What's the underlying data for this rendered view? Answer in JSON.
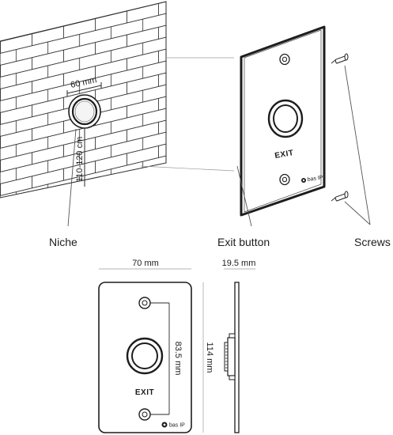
{
  "labels": {
    "niche": "Niche",
    "exit_button": "Exit button",
    "screws": "Screws"
  },
  "dimensions": {
    "niche_diameter": "60 mm",
    "mount_height": "110-120 cm",
    "width": "70 mm",
    "depth": "19.5 mm",
    "height": "114 mm",
    "screw_spacing": "83.5 mm"
  },
  "device": {
    "exit_label": "EXIT",
    "brand": "bas IP"
  },
  "colors": {
    "line": "#2a2a2a",
    "guide": "#9a9a9a"
  }
}
